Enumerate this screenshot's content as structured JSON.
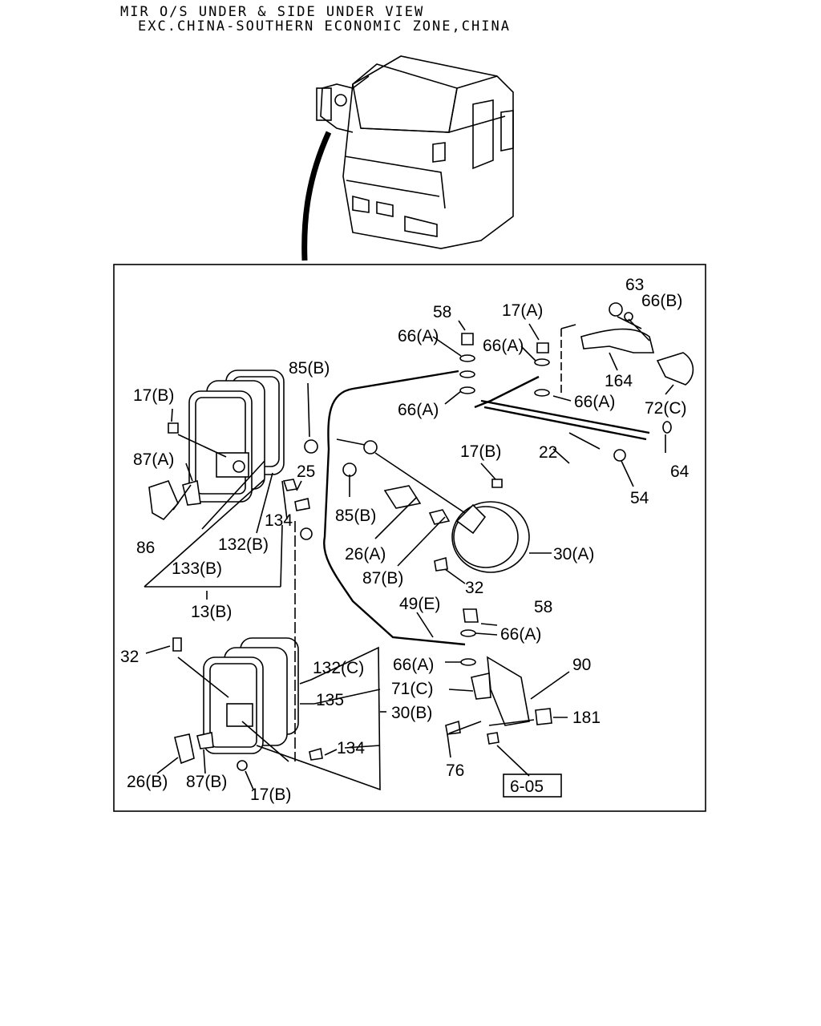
{
  "title_line1": "MIR O/S UNDER & SIDE UNDER VIEW",
  "title_line2": "EXC.CHINA-SOUTHERN ECONOMIC ZONE,CHINA",
  "ref_box": "6-05",
  "callouts": {
    "c63": "63",
    "c66b": "66(B)",
    "c58a": "58",
    "c17a": "17(A)",
    "c66a1": "66(A)",
    "c66a2": "66(A)",
    "c66a3": "66(A)",
    "c66a4": "66(A)",
    "c66a5": "66(A)",
    "c66a6": "66(A)",
    "c164": "164",
    "c72c": "72(C)",
    "c85b1": "85(B)",
    "c85b2": "85(B)",
    "c17b1": "17(B)",
    "c17b2": "17(B)",
    "c17b3": "17(B)",
    "c22": "22",
    "c64": "64",
    "c54": "54",
    "c87a": "87(A)",
    "c25": "25",
    "c86": "86",
    "c134a": "134",
    "c132b": "132(B)",
    "c133b": "133(B)",
    "c13b": "13(B)",
    "c26a": "26(A)",
    "c87b1": "87(B)",
    "c30a": "30(A)",
    "c32a": "32",
    "c49e": "49(E)",
    "c58b": "58",
    "c32b": "32",
    "c90": "90",
    "c132c": "132(C)",
    "c71c": "71(C)",
    "c135": "135",
    "c30b": "30(B)",
    "c181": "181",
    "c134b": "134",
    "c76": "76",
    "c26b": "26(B)",
    "c87b2": "87(B)"
  }
}
